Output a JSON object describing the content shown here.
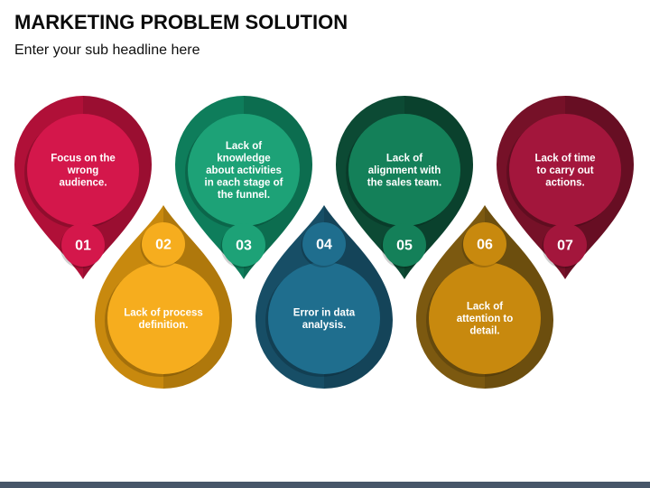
{
  "slide": {
    "title": "MARKETING PROBLEM SOLUTION",
    "subtitle": "Enter your sub headline here",
    "background_color": "#ffffff",
    "footer_bar_color": "#475669"
  },
  "pins": [
    {
      "number": "01",
      "label": "Focus on the wrong audience.",
      "lines": [
        "Focus on the",
        "wrong",
        "audience."
      ],
      "direction": "down",
      "colors": {
        "outer": "#B01038",
        "inner": "#D4174B",
        "text": "#ffffff"
      }
    },
    {
      "number": "02",
      "label": "Lack of process definition.",
      "lines": [
        "Lack of process",
        "definition."
      ],
      "direction": "up",
      "colors": {
        "outer": "#C8890E",
        "inner": "#F6AD1E",
        "text": "#ffffff"
      }
    },
    {
      "number": "03",
      "label": "Lack of knowledge about activities in each stage of the funnel.",
      "lines": [
        "Lack of",
        "knowledge",
        "about activities",
        "in each stage of",
        "the funnel."
      ],
      "direction": "down",
      "colors": {
        "outer": "#0E7D5B",
        "inner": "#1DA277",
        "text": "#ffffff"
      }
    },
    {
      "number": "04",
      "label": "Error in data analysis.",
      "lines": [
        "Error in data",
        "analysis."
      ],
      "direction": "up",
      "colors": {
        "outer": "#174E66",
        "inner": "#1F6E8E",
        "text": "#ffffff"
      }
    },
    {
      "number": "05",
      "label": "Lack of alignment with the sales team.",
      "lines": [
        "Lack of",
        "alignment with",
        "the sales team."
      ],
      "direction": "down",
      "colors": {
        "outer": "#0C4A34",
        "inner": "#148059",
        "text": "#ffffff"
      }
    },
    {
      "number": "06",
      "label": "Lack of attention to detail.",
      "lines": [
        "Lack of",
        "attention to",
        "detail."
      ],
      "direction": "up",
      "colors": {
        "outer": "#7C5910",
        "inner": "#C8890E",
        "text": "#ffffff"
      }
    },
    {
      "number": "07",
      "label": "Lack of time to carry out actions.",
      "lines": [
        "Lack of time",
        "to carry out",
        "actions."
      ],
      "direction": "down",
      "colors": {
        "outer": "#761128",
        "inner": "#A3163C",
        "text": "#ffffff"
      }
    }
  ]
}
